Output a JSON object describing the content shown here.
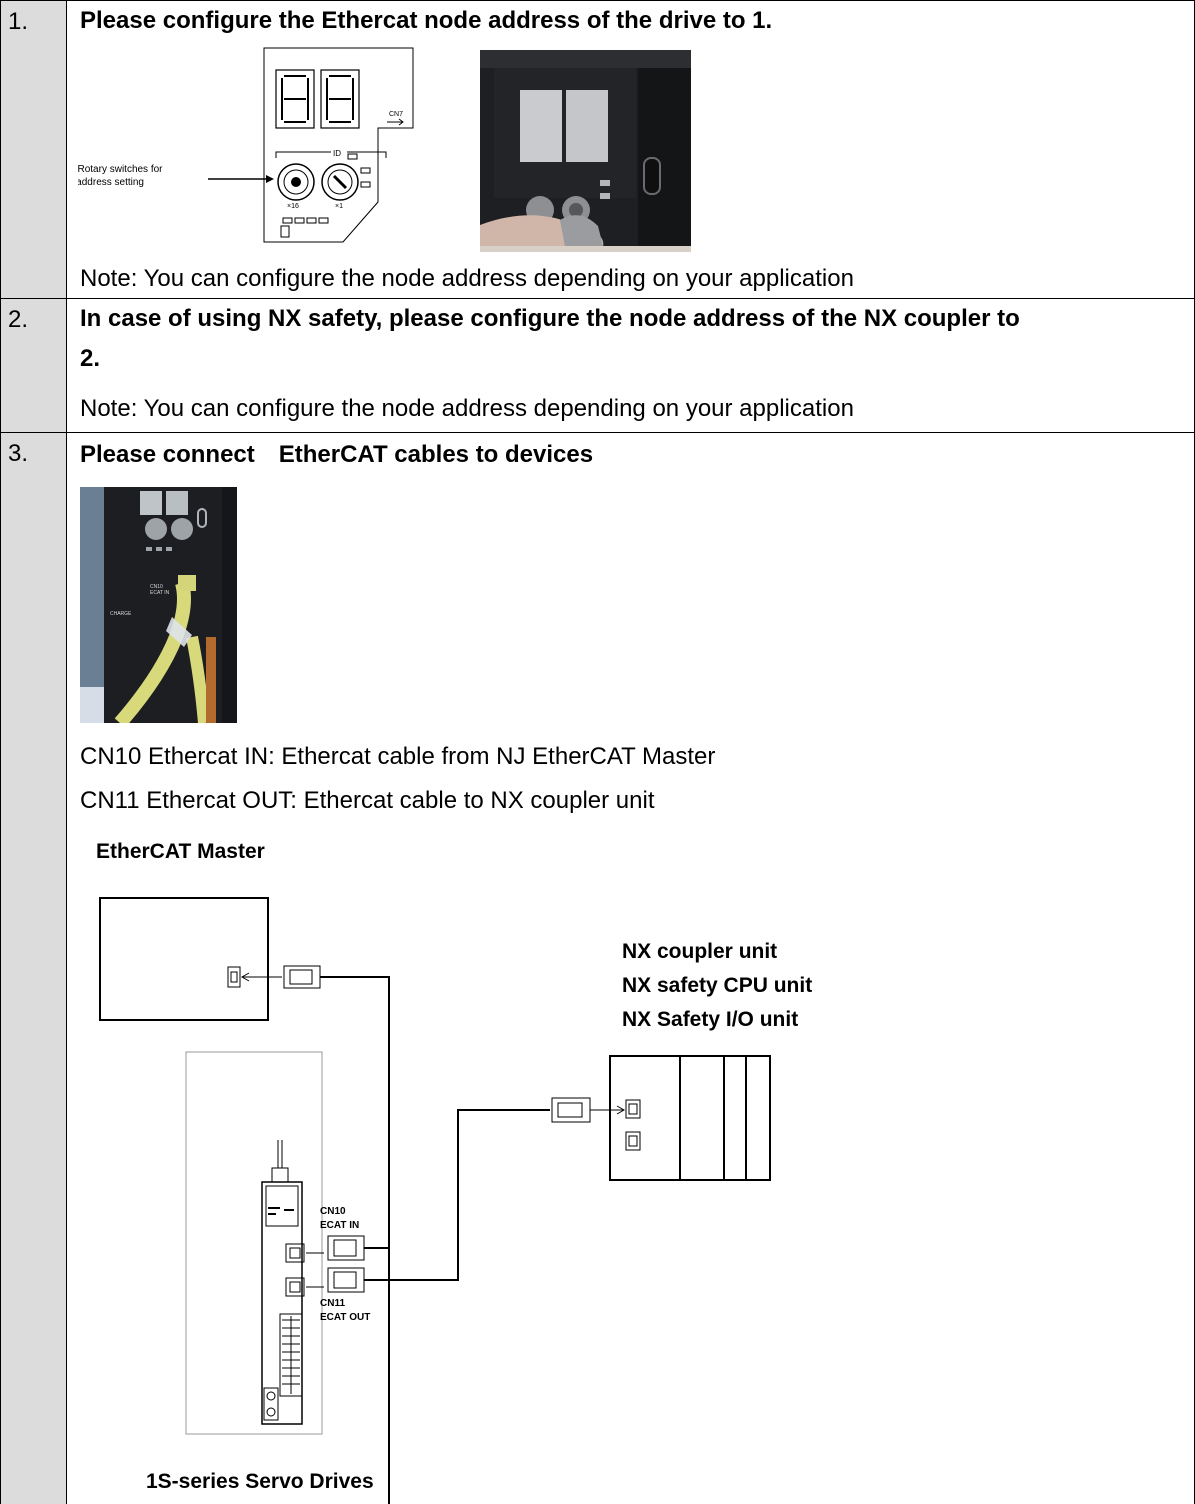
{
  "steps": [
    {
      "number": "1.",
      "title": "Please configure the Ethercat node address of the drive to 1.",
      "diagram": {
        "callout": [
          "Rotary switches for",
          "node address setting"
        ],
        "id_label": "ID",
        "cn7_label": "CN7",
        "x16_label": "×16",
        "x1_label": "×1"
      },
      "note": "Note: You can configure the node address depending on your application"
    },
    {
      "number": "2.",
      "title_lines": [
        "In case of using NX safety, please configure the node address of the NX coupler to",
        "2."
      ],
      "note": "Note: You can configure the node address depending on your application"
    },
    {
      "number": "3.",
      "title": "Please connect　EtherCAT cables to devices",
      "photo_labels": {
        "cn10": "CN10",
        "ecat_in": "ECAT IN",
        "charge": "CHARGE"
      },
      "lines": [
        "CN10 Ethercat IN: Ethercat cable from NJ EtherCAT Master",
        "CN11 Ethercat OUT: Ethercat cable to NX coupler unit"
      ],
      "network": {
        "master_label": "EtherCAT Master",
        "nx_labels": [
          "NX coupler unit",
          "NX safety CPU unit",
          "NX Safety I/O unit"
        ],
        "cn10_label": "CN10",
        "ecat_in_label": "ECAT IN",
        "cn11_label": "CN11",
        "ecat_out_label": "ECAT OUT",
        "drive_label": "1S-series Servo Drives"
      }
    }
  ]
}
